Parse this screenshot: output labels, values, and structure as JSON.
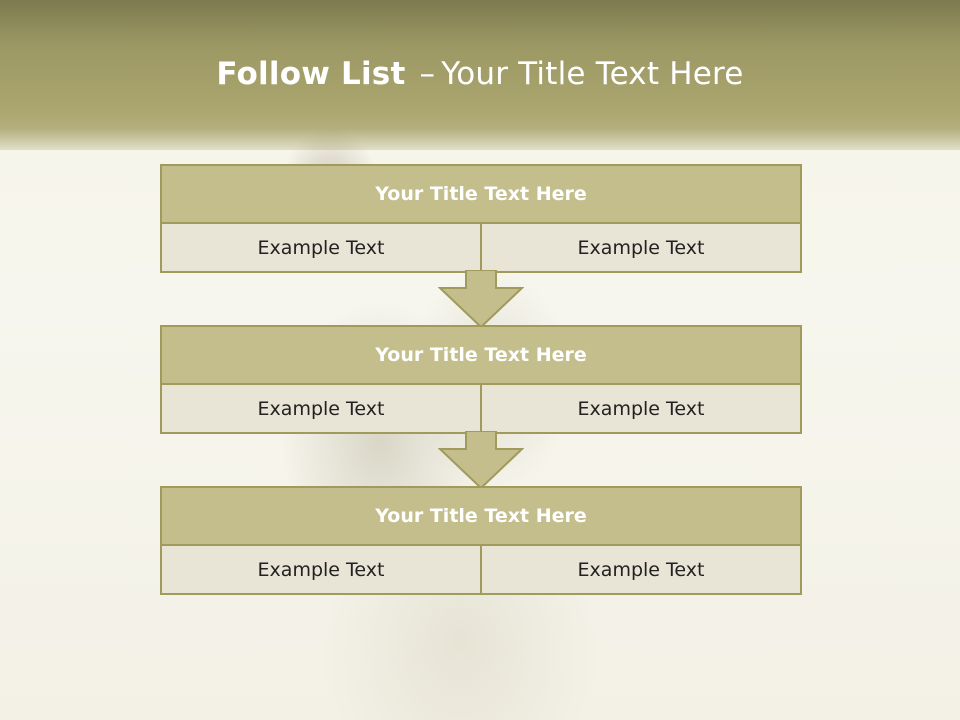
{
  "title": {
    "bold": "Follow List",
    "dash": "–",
    "rest": "Your Title Text Here"
  },
  "blocks": [
    {
      "title": "Your Title Text Here",
      "left": "Example Text",
      "right": "Example Text"
    },
    {
      "title": "Your Title Text Here",
      "left": "Example Text",
      "right": "Example Text"
    },
    {
      "title": "Your Title Text Here",
      "left": "Example Text",
      "right": "Example Text"
    }
  ],
  "colors": {
    "header": "#9c9864",
    "block_title_fill": "#c3be8c",
    "block_cell_fill": "#e8e4d6",
    "border": "#a09a5c"
  }
}
